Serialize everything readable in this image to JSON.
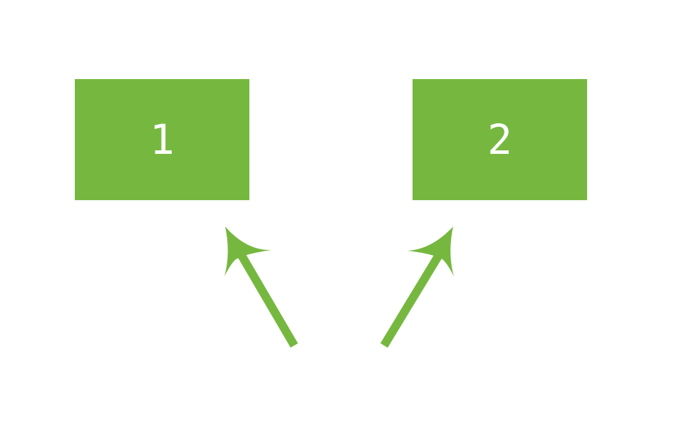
{
  "colors": {
    "accent": "#76b83f",
    "background": "#ffffff",
    "box_text": "#ffffff"
  },
  "boxes": [
    {
      "label": "1"
    },
    {
      "label": "2"
    }
  ],
  "arrows": [
    {
      "from": "bottom-center",
      "to": "box-1",
      "icon": "arrow-up-left-icon"
    },
    {
      "from": "bottom-center",
      "to": "box-2",
      "icon": "arrow-up-right-icon"
    }
  ]
}
